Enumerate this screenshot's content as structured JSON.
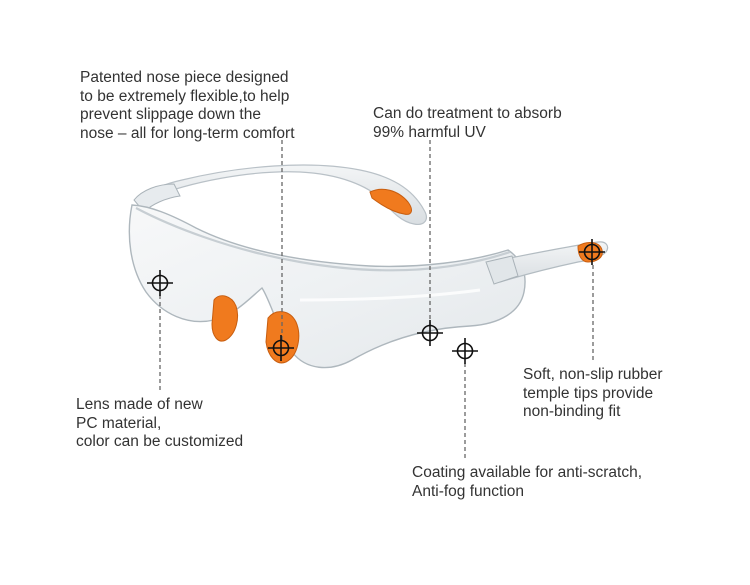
{
  "callouts": {
    "nose": {
      "lines": [
        "Patented nose piece designed",
        "to be extremely flexible,to help",
        "prevent slippage down the",
        "nose – all for long-term comfort"
      ]
    },
    "uv": {
      "lines": [
        "Can do treatment to absorb",
        "99% harmful UV"
      ]
    },
    "lens": {
      "lines": [
        "Lens made of new",
        "PC material,",
        "color can be customized"
      ]
    },
    "temple": {
      "lines": [
        "Soft, non-slip rubber",
        "temple tips provide",
        "non-binding fit"
      ]
    },
    "coating": {
      "lines": [
        "Coating available for anti-scratch,",
        "Anti-fog function"
      ]
    }
  },
  "colors": {
    "text": "#333333",
    "accent_orange": "#f07a1e",
    "marker": "#111111",
    "leader_line": "#666666",
    "lens_tint": "#eef1f3"
  },
  "icons": [
    "crosshair-target-icon"
  ]
}
